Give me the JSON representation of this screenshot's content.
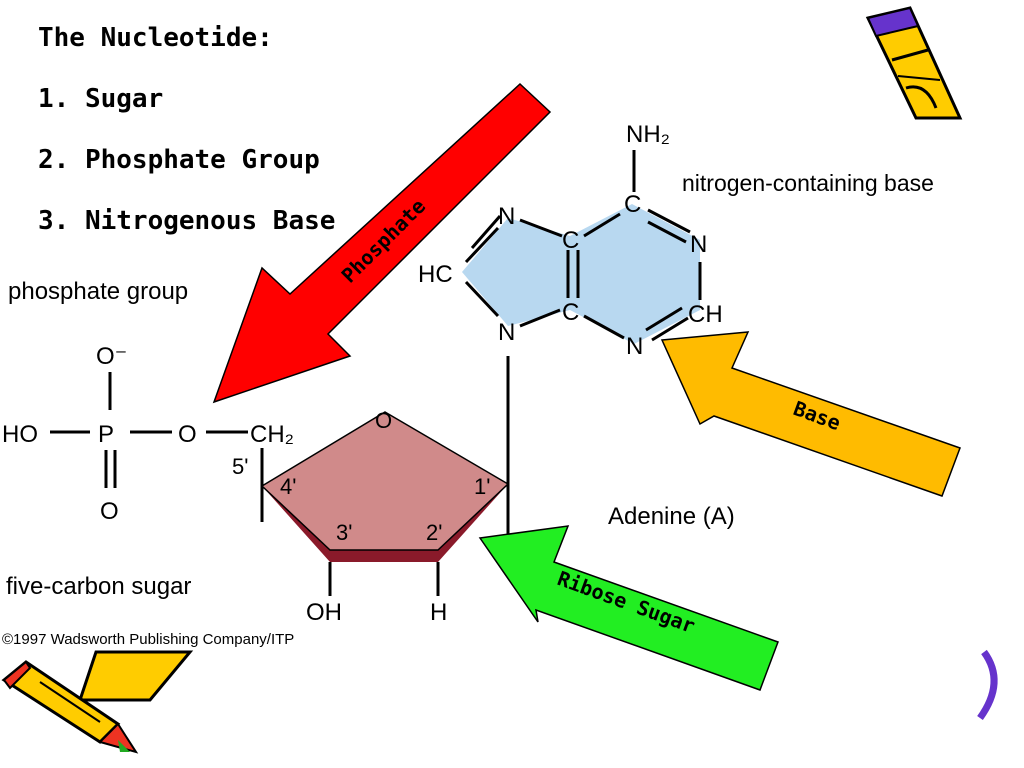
{
  "slide": {
    "title": "The Nucleotide:",
    "items": [
      "1. Sugar",
      "2. Phosphate Group",
      "3. Nitrogenous Base"
    ]
  },
  "arrows": {
    "phosphate": {
      "label": "Phosphate",
      "color": "#ff0000"
    },
    "base": {
      "label": "Base",
      "color": "#ffbb00"
    },
    "sugar": {
      "label": "Ribose Sugar",
      "color": "#22ee22"
    }
  },
  "diagram": {
    "labels": {
      "phosphate_group": "phosphate group",
      "five_carbon_sugar": "five-carbon sugar",
      "nitrogen_base": "nitrogen-containing base",
      "adenine": "Adenine (A)",
      "copyright": "©1997 Wadsworth Publishing Company/ITP"
    },
    "phosphate": {
      "o_minus": "O⁻",
      "ho": "HO",
      "p": "P",
      "o_ester": "O",
      "ch2": "CH₂",
      "o_double": "O"
    },
    "ribose": {
      "o_ring": "O",
      "c5": "5'",
      "c4": "4'",
      "c3": "3'",
      "c2": "2'",
      "c1": "1'",
      "oh": "OH",
      "h": "H"
    },
    "adenine_atoms": {
      "nh2": "NH₂",
      "c6": "C",
      "n1": "N",
      "c2": "CH",
      "n3": "N",
      "c4": "C",
      "c5": "C",
      "n7": "N",
      "c8": "HC",
      "n9": "N"
    }
  },
  "colors": {
    "sugar_ring_fill": "#d08a8a",
    "sugar_ring_edge": "#8a1a2a",
    "base_ring_fill": "#b8d8f0",
    "pencil_body": "#ffcc00",
    "pencil_tip_red": "#ee3322",
    "pencil_purple": "#6633cc"
  }
}
